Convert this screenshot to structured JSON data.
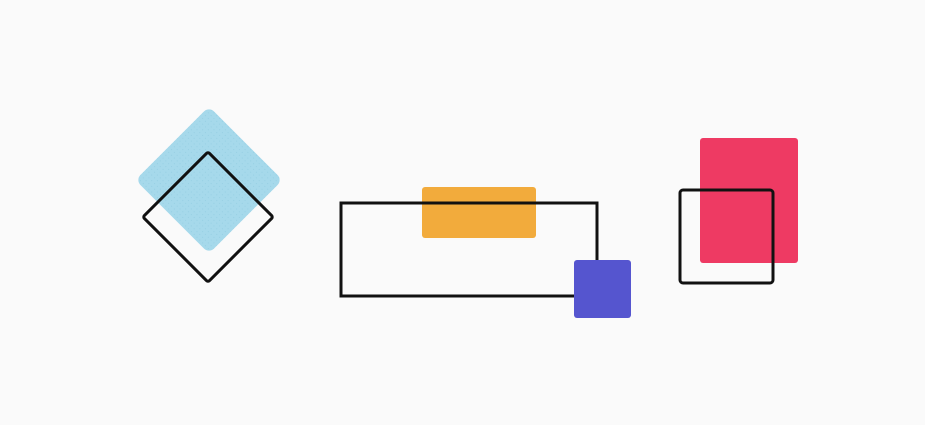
{
  "colors": {
    "background": "#fafafa",
    "diamond_fill": "#a6d9eb",
    "orange_bar": "#f2ab3c",
    "purple_square": "#5555cf",
    "red_rectangle": "#ee3a63",
    "outline": "#111111"
  },
  "groups": [
    {
      "name": "diamond-group",
      "shapes": [
        "filled-diamond",
        "outlined-diamond"
      ]
    },
    {
      "name": "rectangle-group",
      "shapes": [
        "orange-bar",
        "outlined-rectangle",
        "purple-square"
      ]
    },
    {
      "name": "square-group",
      "shapes": [
        "red-rectangle",
        "outlined-square"
      ]
    }
  ]
}
